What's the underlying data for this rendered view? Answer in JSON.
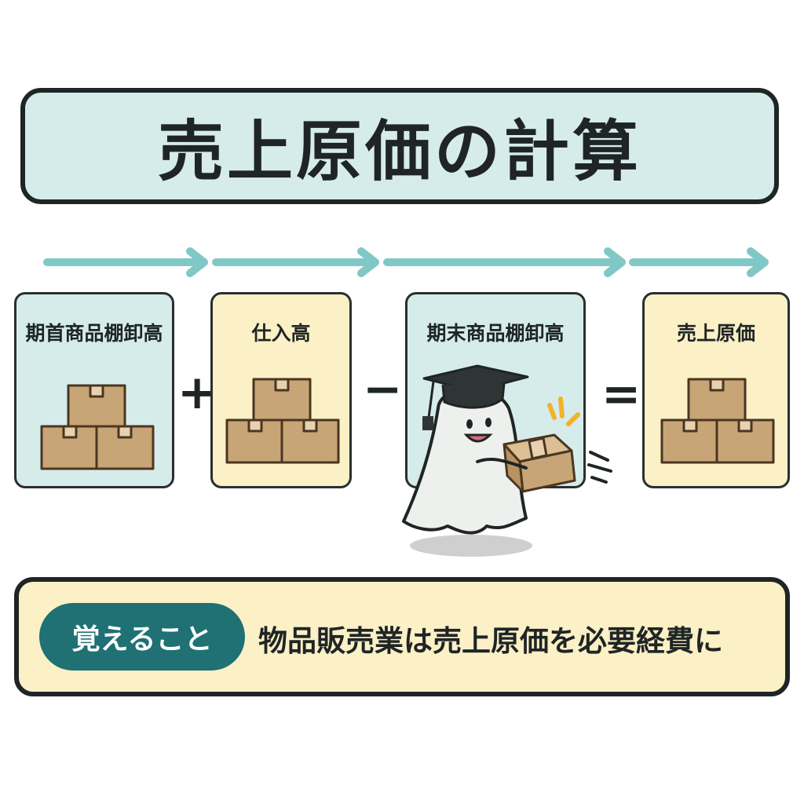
{
  "title": "売上原価の計算",
  "cards": [
    {
      "label": "期首商品棚卸高"
    },
    {
      "label": "仕入高"
    },
    {
      "label": "期末商品棚卸高"
    },
    {
      "label": "売上原価"
    }
  ],
  "operators": {
    "plus": "+",
    "minus": "−",
    "equals": "="
  },
  "memo": {
    "badge": "覚えること",
    "text": "物品販売業は売上原価を必要経費に"
  },
  "colors": {
    "title_bg": "#d6ecea",
    "card_blue": "#d6ecea",
    "card_yellow": "#fbf0c6",
    "arrow": "#80c8c6",
    "badge_bg": "#1f7174",
    "memo_bg": "#fbf0c6",
    "box_fill": "#c8a576",
    "box_stroke": "#4a3622"
  }
}
